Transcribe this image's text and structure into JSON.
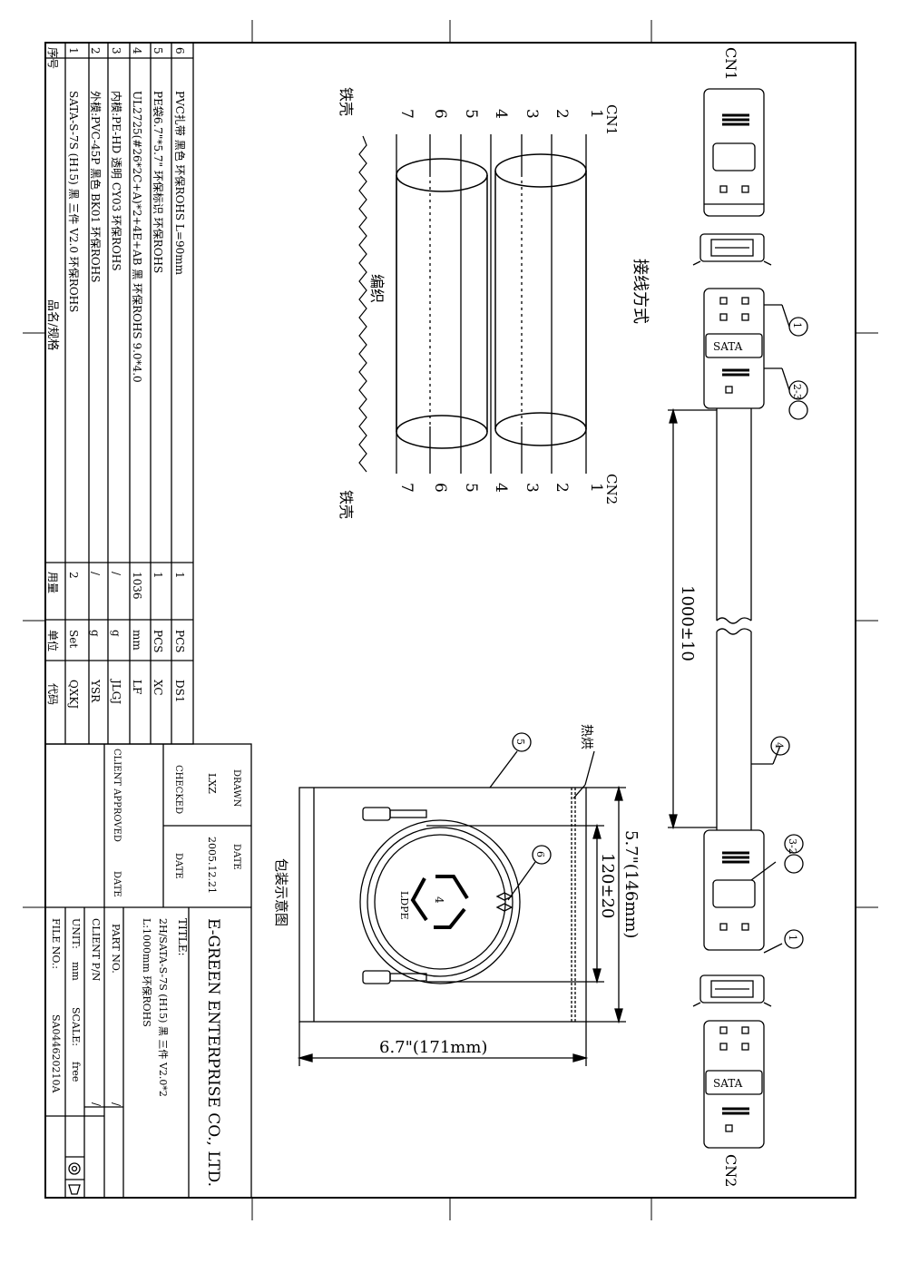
{
  "wiring": {
    "title": "接线方式",
    "cn1_label": "CN1",
    "cn2_label": "CN2",
    "pins": [
      "1",
      "2",
      "3",
      "4",
      "5",
      "6",
      "7"
    ],
    "shell_label": "铁壳",
    "braid_label": "编织"
  },
  "cable": {
    "cn1_label": "CN1",
    "cn2_label": "CN2",
    "plug_text": "SATA",
    "length": "1000±10",
    "callouts": [
      "1",
      "2-3",
      "4",
      "3-2",
      "1"
    ]
  },
  "package": {
    "title": "包装示意图",
    "heat_seal": "热烘",
    "width_label": "6.7\"(171mm)",
    "height_label": "5.7\"(146mm)",
    "coil_label": "120±20",
    "recycle_number": "4",
    "recycle_text": "LDPE",
    "callout_bag": "5",
    "callout_tie": "6"
  },
  "bom": {
    "headers": {
      "no": "序号",
      "name": "品名/规格",
      "qty": "用量",
      "unit": "单位",
      "code": "代码"
    },
    "rows": [
      {
        "no": "6",
        "name": "PVC扎带 黑色 环保ROHS L=90mm",
        "qty": "1",
        "unit": "PCS",
        "code": "DS1"
      },
      {
        "no": "5",
        "name": "PE袋6.7\"*5.7\" 环保标识 环保ROHS",
        "qty": "1",
        "unit": "PCS",
        "code": "XC"
      },
      {
        "no": "4",
        "name": "UL2725(#26*2C+A)*2+4E+AB 黑 环保ROHS 9.0*4.0",
        "qty": "1036",
        "unit": "mm",
        "code": "LF"
      },
      {
        "no": "3",
        "name": "内模:PE-HD 透明 CY03 环保ROHS",
        "qty": "/",
        "unit": "g",
        "code": "JLGJ"
      },
      {
        "no": "2",
        "name": "外模:PVC-45P 黑色 BK01 环保ROHS",
        "qty": "/",
        "unit": "g",
        "code": "YSR"
      },
      {
        "no": "1",
        "name": "SATA-S-7S (H15) 黑 三件 V2.0 环保ROHS",
        "qty": "2",
        "unit": "Set",
        "code": "QXKJ"
      }
    ]
  },
  "title_block": {
    "drawn_label": "DRAWN",
    "date_label": "DATE",
    "drawn_by": "LXZ",
    "drawn_date": "2005.12.21",
    "checked_label": "CHECKED",
    "checked_date_label": "DATE",
    "client_approved_label": "CLIENT APPROVED",
    "client_date_label": "DATE",
    "company": "E-GREEN ENTERPRISE CO., LTD.",
    "title_label": "TITLE:",
    "title_line1": "2H/SATA-S-7S (H15) 黑 三件 V2.0*2",
    "title_line2": "L:1000mm 环保ROHS",
    "part_no_label": "PART NO.",
    "part_no_value": "/",
    "client_pn_label": "CLIENT P/N",
    "client_pn_value": "/",
    "unit_label": "UNIT:",
    "unit_value": "mm",
    "scale_label": "SCALE:",
    "scale_value": "free",
    "file_no_label": "FILE NO.:",
    "file_no_value": "SA044620210A"
  }
}
